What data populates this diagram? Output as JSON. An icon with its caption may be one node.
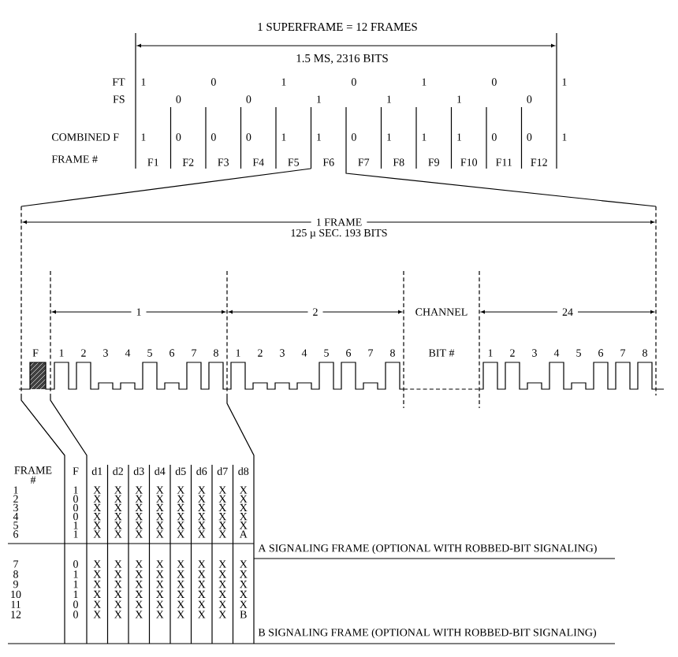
{
  "diagram": {
    "labels": [
      "1 SUPERFRAME = 12 FRAMES",
      "1.5 MS, 2316 BITS",
      "FT",
      "1",
      "0",
      "1",
      "0",
      "1",
      "0",
      "1",
      "FS",
      "0",
      "0",
      "1",
      "1",
      "1",
      "0",
      "COMBINED F",
      "1",
      "0",
      "0",
      "0",
      "1",
      "1",
      "0",
      "1",
      "1",
      "1",
      "0",
      "0",
      "1",
      "FRAME #",
      "F1",
      "F2",
      "F3",
      "F4",
      "F5",
      "F6",
      "F7",
      "F8",
      "F9",
      "F10",
      "F11",
      "F12",
      "1 FRAME",
      "125 µ SEC. 193 BITS",
      "1",
      "2",
      "CHANNEL",
      "24",
      "F",
      "1",
      "2",
      "3",
      "4",
      "5",
      "6",
      "7",
      "8",
      "1",
      "2",
      "3",
      "4",
      "5",
      "6",
      "7",
      "8",
      "BIT #",
      "1",
      "2",
      "3",
      "4",
      "5",
      "6",
      "7",
      "8",
      "FRAME #",
      "F",
      "d1",
      "d2",
      "d3",
      "d4",
      "d5",
      "d6",
      "d7",
      "d8",
      "1",
      "1",
      "X",
      "X",
      "X",
      "X",
      "X",
      "X",
      "X",
      "X",
      "2",
      "0",
      "X",
      "X",
      "X",
      "X",
      "X",
      "X",
      "X",
      "X",
      "3",
      "0",
      "X",
      "X",
      "X",
      "X",
      "X",
      "X",
      "X",
      "X",
      "4",
      "0",
      "X",
      "X",
      "X",
      "X",
      "X",
      "X",
      "X",
      "X",
      "5",
      "1",
      "X",
      "X",
      "X",
      "X",
      "X",
      "X",
      "X",
      "X",
      "6",
      "1",
      "X",
      "X",
      "X",
      "X",
      "X",
      "X",
      "X",
      "A",
      "A SIGNALING FRAME (OPTIONAL WITH ROBBED-BIT SIGNALING)",
      "7",
      "0",
      "X",
      "X",
      "X",
      "X",
      "X",
      "X",
      "X",
      "X",
      "8",
      "1",
      "X",
      "X",
      "X",
      "X",
      "X",
      "X",
      "X",
      "X",
      "9",
      "1",
      "X",
      "X",
      "X",
      "X",
      "X",
      "X",
      "X",
      "X",
      "10",
      "1",
      "X",
      "X",
      "X",
      "X",
      "X",
      "X",
      "X",
      "X",
      "11",
      "0",
      "X",
      "X",
      "X",
      "X",
      "X",
      "X",
      "X",
      "X",
      "12",
      "0",
      "X",
      "X",
      "X",
      "X",
      "X",
      "X",
      "X",
      "B",
      "B SIGNALING FRAME (OPTIONAL WITH ROBBED-BIT SIGNALING)"
    ]
  }
}
